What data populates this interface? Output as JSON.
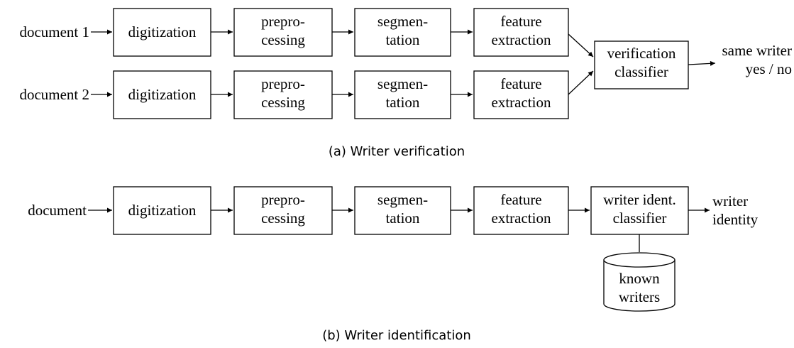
{
  "verification": {
    "input1": "document 1",
    "input2": "document 2",
    "row1": {
      "digitization": "digitization",
      "preprocessing": [
        "prepro-",
        "cessing"
      ],
      "segmentation": [
        "segmen-",
        "tation"
      ],
      "feature_extraction": [
        "feature",
        "extraction"
      ]
    },
    "row2": {
      "digitization": "digitization",
      "preprocessing": [
        "prepro-",
        "cessing"
      ],
      "segmentation": [
        "segmen-",
        "tation"
      ],
      "feature_extraction": [
        "feature",
        "extraction"
      ]
    },
    "classifier": [
      "verification",
      "classifier"
    ],
    "output": [
      "same writer",
      "yes / no"
    ],
    "caption": "(a) Writer verification"
  },
  "identification": {
    "input": "document",
    "digitization": "digitization",
    "preprocessing": [
      "prepro-",
      "cessing"
    ],
    "segmentation": [
      "segmen-",
      "tation"
    ],
    "feature_extraction": [
      "feature",
      "extraction"
    ],
    "classifier": [
      "writer ident.",
      "classifier"
    ],
    "database": [
      "known",
      "writers"
    ],
    "output": [
      "writer",
      "identity"
    ],
    "caption": "(b) Writer identification"
  }
}
